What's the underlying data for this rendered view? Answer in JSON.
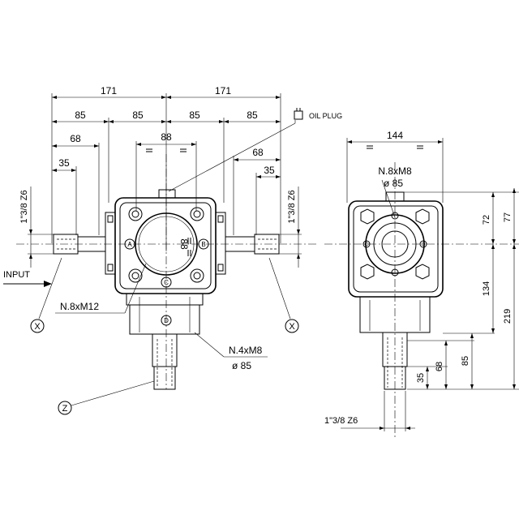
{
  "dimensions": {
    "top_half_left": "171",
    "top_half_right": "171",
    "d85_a": "85",
    "d85_b": "85",
    "d85_c": "85",
    "d85_d": "85",
    "d88_top": "88",
    "d68_left": "68",
    "d68_right": "68",
    "d35_left": "35",
    "d35_right": "35",
    "shaft_left": "1\"3/8  Z6",
    "shaft_right": "1\"3/8  Z6",
    "d88_center": "88",
    "side_width": "144",
    "side_72": "72",
    "side_77": "77",
    "side_134": "134",
    "side_219": "219",
    "side_85": "85",
    "side_68": "68",
    "side_35": "35",
    "side_shaft": "1\"3/8  Z6"
  },
  "callouts": {
    "oil_plug": "OIL PLUG",
    "input": "INPUT",
    "bolts_m12": "N.8xM12",
    "bolts_m8": "N.4xM8",
    "bolts_m8_dia": "ø 85",
    "side_bolts": "N.8xM8",
    "side_bolts_dia": "ø 85"
  },
  "markers": {
    "a": "A",
    "b": "B",
    "c": "C",
    "d": "D",
    "x_left": "X",
    "x_right": "X",
    "z": "Z"
  }
}
